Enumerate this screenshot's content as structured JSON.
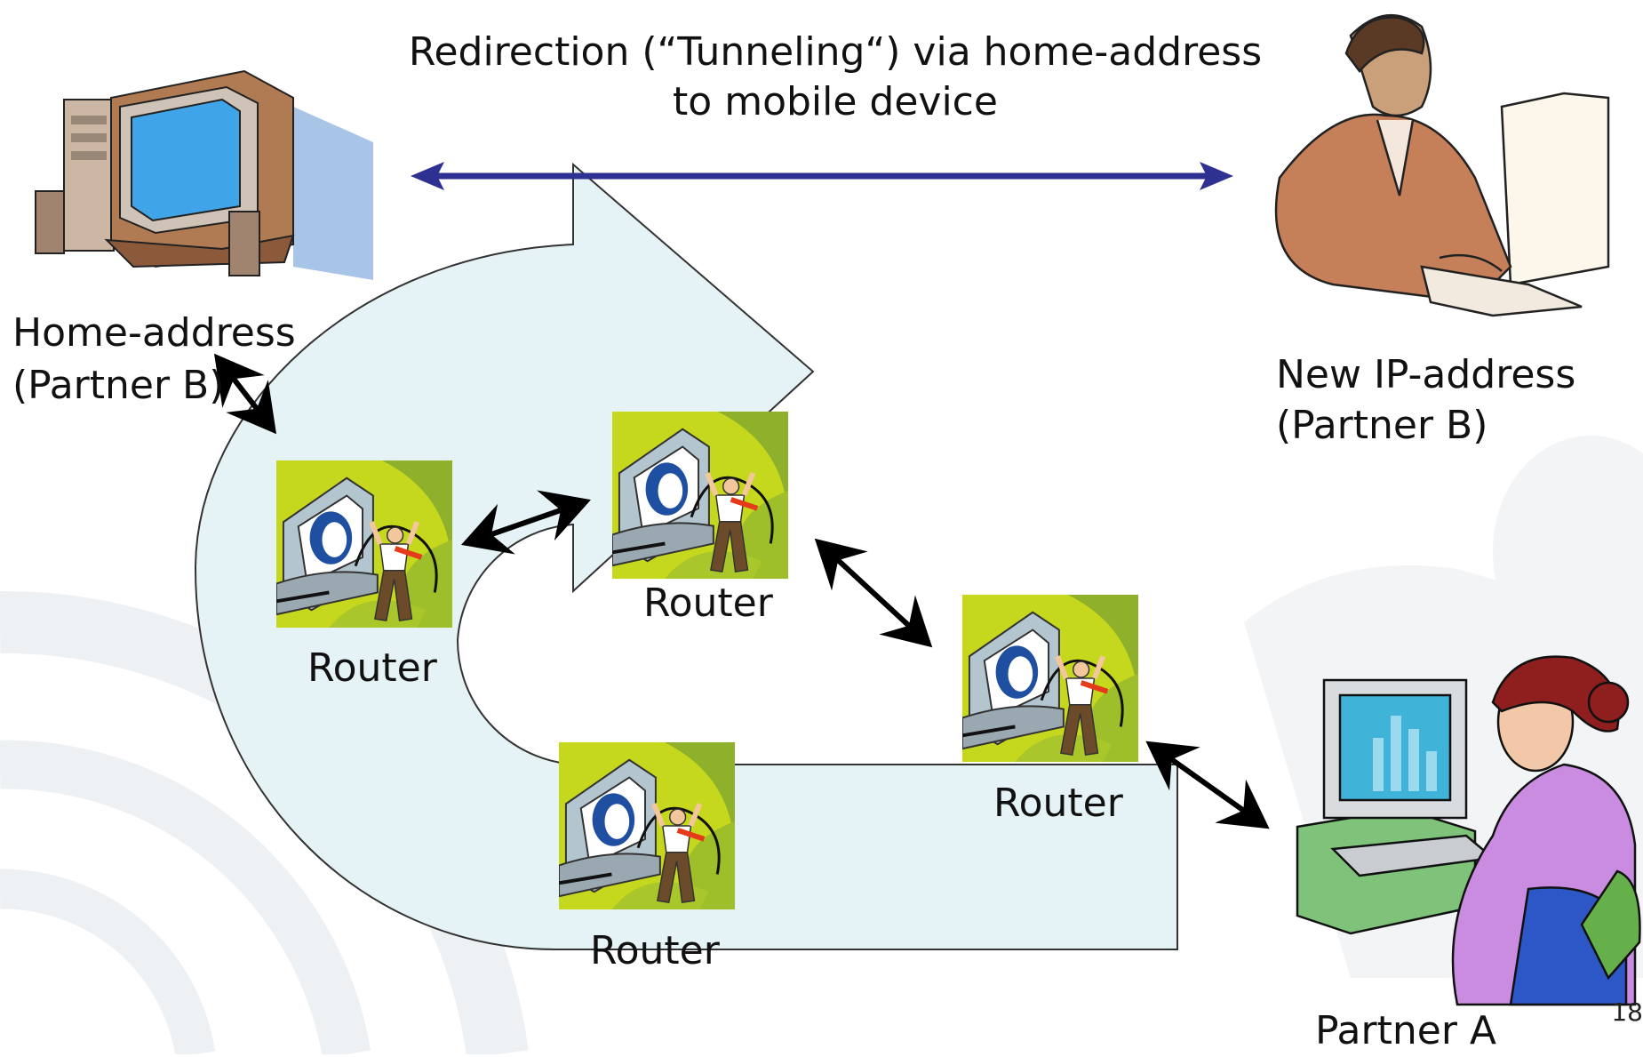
{
  "title_line1": "Redirection (“Tunneling“) via home-address",
  "title_line2": "to mobile device",
  "home": {
    "line1": "Home-address",
    "line2": "(Partner B)"
  },
  "new_ip": {
    "line1": "New IP-address",
    "line2": "(Partner B)"
  },
  "routers": [
    "Router",
    "Router",
    "Router",
    "Router"
  ],
  "partner_a": "Partner A",
  "slide_number": "18",
  "colors": {
    "tunnel_fill": "#e6f3f6",
    "tunnel_stroke": "#333333",
    "tunnel_arrow": "#2e3192",
    "router_bg": "#c6d81e",
    "watermark": "#eef1f4"
  }
}
